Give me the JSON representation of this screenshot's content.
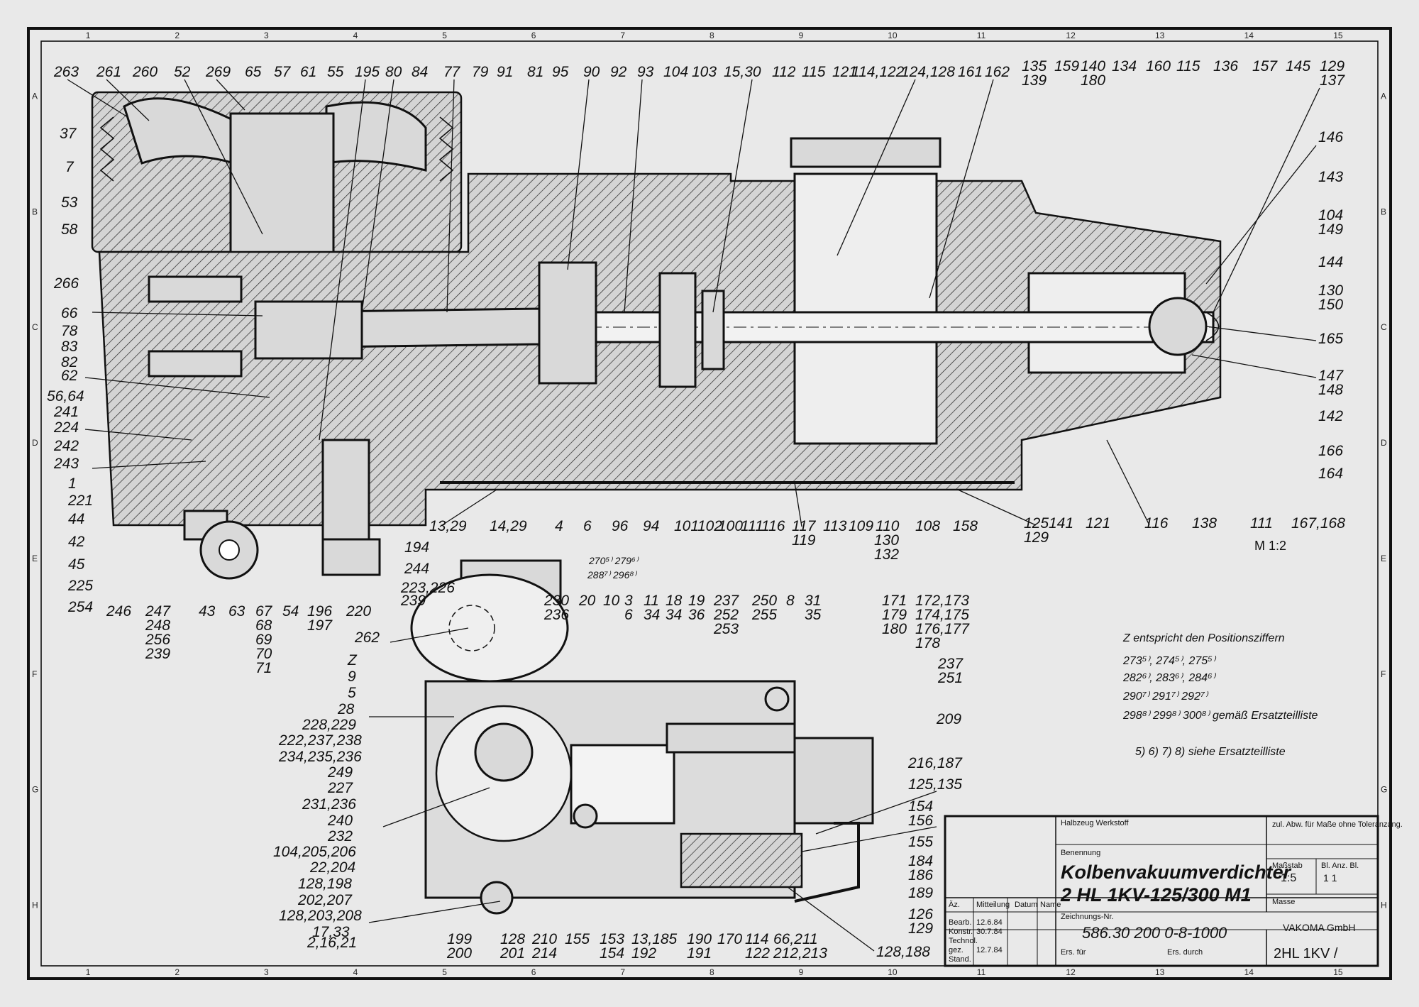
{
  "drawing": {
    "scale_label": "M 1:2",
    "grid_cols": [
      "1",
      "2",
      "3",
      "4",
      "5",
      "6",
      "7",
      "8",
      "9",
      "10",
      "11",
      "12",
      "13",
      "14",
      "15"
    ],
    "grid_rows": [
      "A",
      "B",
      "C",
      "D",
      "E",
      "F",
      "G",
      "H"
    ]
  },
  "notes": {
    "line1": "Z  entspricht den Positionsziffern",
    "line2": "273⁵⁾, 274⁵⁾, 275⁵⁾",
    "line3": "282⁶⁾, 283⁶⁾, 284⁶⁾",
    "line4": "290⁷⁾  291⁷⁾  292⁷⁾",
    "line5": "298⁸⁾  299⁸⁾  300⁸⁾   gemäß Ersatzteilliste",
    "line6": "5) 6) 7) 8)  siehe Ersatzteilliste"
  },
  "title_block": {
    "material": "Halbzeug Werkstoff",
    "tolerance": "zul. Abw. für Maße ohne Toleranzang.",
    "designation_label": "Benennung",
    "name_line1": "Kolbenvakuumverdichter",
    "name_line2": "2 HL 1KV-125/300 M1",
    "scale_label": "Maßstab",
    "scale": "1:5",
    "sheet_label": "Bl. Anz. Bl.",
    "sheet": "1   1",
    "mass_label": "Masse",
    "drawing_no_label": "Zeichnungs-Nr.",
    "drawing_no": "586.30 200 0-8-1000",
    "company": "VAKOMA GmbH",
    "model_short": "2HL 1KV /",
    "rev_cols": [
      "Äz.",
      "Mitteilung",
      "Datum",
      "Name"
    ],
    "signoffs": [
      {
        "role": "Bearb.",
        "date": "12.6.84"
      },
      {
        "role": "Konstr.",
        "date": "30.7.84"
      },
      {
        "role": "Technol.",
        "date": ""
      },
      {
        "role": "gez.",
        "date": "12.7.84"
      },
      {
        "role": "Stand.",
        "date": ""
      }
    ],
    "replacement_for": "Ers. für",
    "replaced_by": "Ers. durch"
  },
  "top_labels": [
    "263",
    "261",
    "260",
    "52",
    "269",
    "65",
    "57",
    "61",
    "55",
    "195",
    "80",
    "84",
    "77",
    "79",
    "91",
    "81",
    "95",
    "90",
    "92",
    "93",
    "104",
    "103",
    "15,30",
    "112",
    "115",
    "121",
    "114,122",
    "124,128",
    "161",
    "162",
    "135",
    "139",
    "159",
    "140",
    "180",
    "134",
    "160",
    "115",
    "136",
    "157",
    "145",
    "129",
    "137"
  ],
  "left_labels": [
    "37",
    "7",
    "53",
    "58",
    "266",
    "66",
    "78",
    "83",
    "82",
    "62",
    "56,64",
    "241",
    "224",
    "242",
    "243",
    "1",
    "221",
    "44",
    "42",
    "45",
    "225",
    "254"
  ],
  "right_labels": [
    "146",
    "143",
    "104",
    "149",
    "144",
    "130",
    "150",
    "165",
    "147",
    "148",
    "142",
    "166",
    "164"
  ],
  "bottom_labels": [
    "13,29",
    "14,29",
    "4",
    "6",
    "96",
    "94",
    "101",
    "102",
    "100",
    "111",
    "116",
    "117",
    "119",
    "113",
    "109",
    "110",
    "130",
    "132",
    "108",
    "158",
    "125",
    "141",
    "129",
    "121",
    "116",
    "138",
    "111",
    "167,168"
  ],
  "lower_left_labels": [
    "246",
    "247",
    "248",
    "256",
    "239",
    "43",
    "63",
    "67",
    "68",
    "69",
    "70",
    "71",
    "54",
    "196",
    "197",
    "220",
    "194",
    "244",
    "223,226",
    "239"
  ],
  "lower_view_labels": {
    "top": [
      "270⁵⁾ 279⁶⁾",
      "288⁷⁾ 296⁸⁾",
      "230",
      "236",
      "20",
      "10",
      "3",
      "6",
      "11",
      "34",
      "18",
      "34",
      "19",
      "36",
      "237",
      "252",
      "253",
      "250",
      "255",
      "8",
      "31",
      "35",
      "171",
      "179",
      "180",
      "172,173",
      "174,175",
      "176,177",
      "178"
    ],
    "left": [
      "262",
      "Z",
      "9",
      "5",
      "28",
      "228,229",
      "222,237,238",
      "234,235,236",
      "249",
      "227",
      "231,236",
      "240",
      "232",
      "104,205,206",
      "22,204",
      "128,198",
      "202,207",
      "128,203,208",
      "17,33",
      "2,16,21"
    ],
    "right": [
      "237",
      "251",
      "209",
      "216,187",
      "125,135",
      "154",
      "156",
      "155",
      "184",
      "186",
      "189",
      "126",
      "129",
      "128,188"
    ],
    "bottom": [
      "199",
      "200",
      "128",
      "201",
      "210",
      "214",
      "155",
      "153",
      "154",
      "13,185",
      "192",
      "190",
      "191",
      "170",
      "114",
      "122",
      "66,211",
      "212,213"
    ]
  }
}
